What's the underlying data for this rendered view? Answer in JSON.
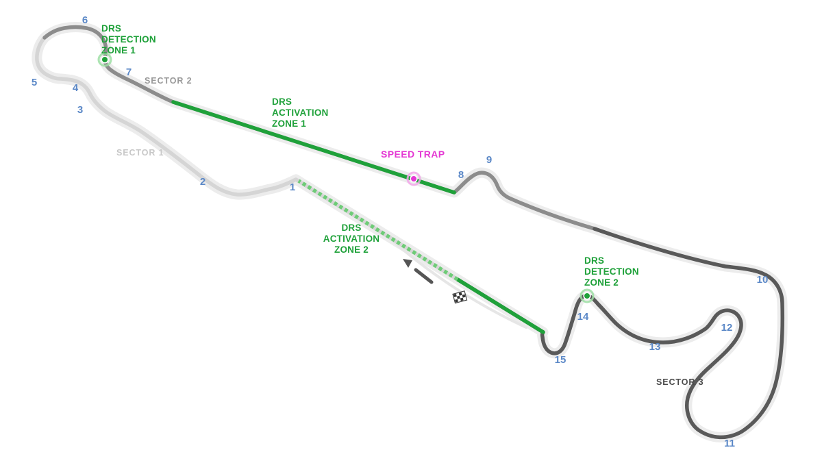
{
  "diagram": {
    "type": "f1-circuit-track-map",
    "background": "#ffffff"
  },
  "sector_labels": {
    "sector1": "SECTOR 1",
    "sector2": "SECTOR 2",
    "sector3": "SECTOR 3"
  },
  "drs_labels": {
    "detection_zone_1": {
      "lines": [
        "DRS",
        "DETECTION",
        "ZONE 1"
      ]
    },
    "activation_zone_1": {
      "lines": [
        "DRS",
        "ACTIVATION",
        "ZONE 1"
      ]
    },
    "activation_zone_2": {
      "lines": [
        "DRS",
        "ACTIVATION",
        "ZONE 2"
      ]
    },
    "detection_zone_2": {
      "lines": [
        "DRS",
        "DETECTION",
        "ZONE 2"
      ]
    }
  },
  "speed_trap_label": "SPEED TRAP",
  "turn_numbers": [
    "1",
    "2",
    "3",
    "4",
    "5",
    "6",
    "7",
    "8",
    "9",
    "10",
    "11",
    "12",
    "13",
    "14",
    "15"
  ],
  "icons": {
    "finish_line": "checkered-flag-icon",
    "race_direction": "race-direction-arrow-icon",
    "drs_detection_marker": "green-dot-marker",
    "speed_trap_marker": "magenta-dot-marker"
  },
  "colors": {
    "turn_number_blue": "#5b88c7",
    "drs_green": "#1fa13a",
    "drs_green_light": "#6ecc77",
    "speed_trap_magenta": "#e438d3",
    "speed_trap_halo": "#f2a6e9",
    "drs_marker_halo": "#9edfa5",
    "sector1_track": "#d5d5d5",
    "sector2_track": "#8c8c8c",
    "sector3_track": "#595959",
    "track_halo": "#ececec",
    "pit_lane": "#e6e6e6",
    "sector1_label": "#c8c8c8",
    "sector2_label": "#999999",
    "sector3_label": "#4a4a4a",
    "direction_gray": "#555555"
  }
}
